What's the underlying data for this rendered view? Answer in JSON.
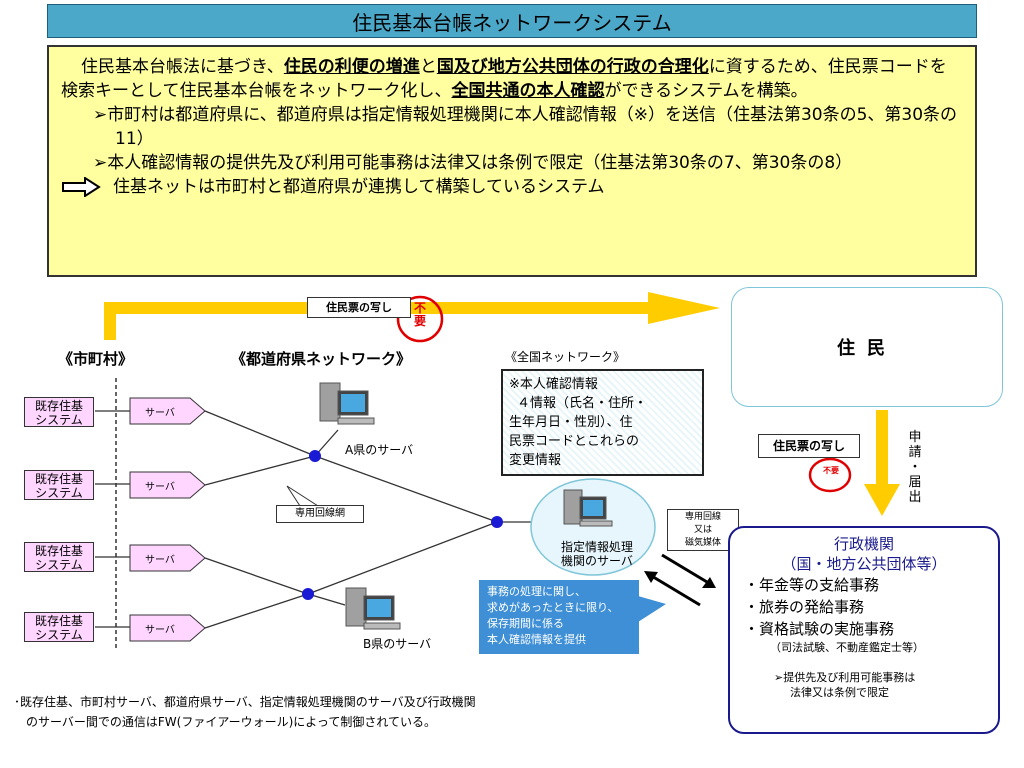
{
  "title": "住民基本台帳ネットワークシステム",
  "summary": {
    "p1_a": "住民基本台帳法に基づき、",
    "p1_u1": "住民の利便の増進",
    "p1_b": "と",
    "p1_u2": "国及び地方公共団体の行政の合理化",
    "p1_c": "に資するため、住民票コードを検索キーとして住民基本台帳をネットワーク化し、",
    "p1_u3": "全国共通の本人確認",
    "p1_d": "ができるシステムを構築。",
    "bullet1": "➢市町村は都道府県に、都道府県は指定情報処理機関に本人確認情報（※）を送信（住基法第30条の5、第30条の11）",
    "bullet2": "➢本人確認情報の提供先及び利用可能事務は法律又は条例で限定（住基法第30条の7、第30条の8）",
    "conclusion": "住基ネットは市町村と都道府県が連携して構築しているシステム"
  },
  "diagram": {
    "label_municipality": "《市町村》",
    "label_prefecture_net": "《都道府県ネットワーク》",
    "label_national_net": "《全国ネットワーク》",
    "existing_system": "既存住基\nシステム",
    "existing_system_l1": "既存住基",
    "existing_system_l2": "システム",
    "server": "サーバ",
    "server_a": "A県のサーバ",
    "server_b": "B県のサーバ",
    "dedicated_line": "専用回線網",
    "designated_server_l1": "指定情報処理",
    "designated_server_l2": "機関のサーバ",
    "juminhyo_copy": "住民票の写し",
    "fuyou_l1": "不",
    "fuyou_l2": "要",
    "fuyou": "不要",
    "residents": "住民",
    "application": "申請・届出",
    "application_l1": "申",
    "application_l2": "請",
    "application_l3": "・",
    "application_l4": "届",
    "application_l5": "出",
    "note_l1": "※本人確認情報",
    "note_l2": "４情報（氏名・住所・",
    "note_l3": "生年月日・性別）、住",
    "note_l4": "民票コードとこれらの",
    "note_l5": "変更情報",
    "media_l1": "専用回線",
    "media_l2": "又は",
    "media_l3": "磁気媒体",
    "provide_l1": "事務の処理に関し、",
    "provide_l2": "求めがあったときに限り、",
    "provide_l3": "保存期間に係る",
    "provide_l4": "本人確認情報を提供",
    "gov_title_l1": "行政機関",
    "gov_title_l2": "（国・地方公共団体等）",
    "gov_item1": "・年金等の支給事務",
    "gov_item2": "・旅券の発給事務",
    "gov_item3": "・資格試験の実施事務",
    "gov_sub": "（司法試験、不動産鑑定士等）",
    "gov_note_l1": "➢提供先及び利用可能事務は",
    "gov_note_l2": "法律又は条例で限定"
  },
  "footnote_l1": "･既存住基、市町村サーバ、都道府県サーバ、指定情報処理機関のサーバ及び行政機関",
  "footnote_l2": "のサーバー間での通信はFW(ファイアーウォール)によって制御されている。",
  "colors": {
    "title_bg": "#4ba8c9",
    "summary_bg": "#ffffa0",
    "yellow_arrow": "#ffcc00",
    "system_box": "#ffd6ff",
    "node": "#1a1ad4",
    "fuyou_red": "#e00000",
    "gov_border": "#1a1a8c",
    "provide_bg": "#3e8fd6"
  }
}
